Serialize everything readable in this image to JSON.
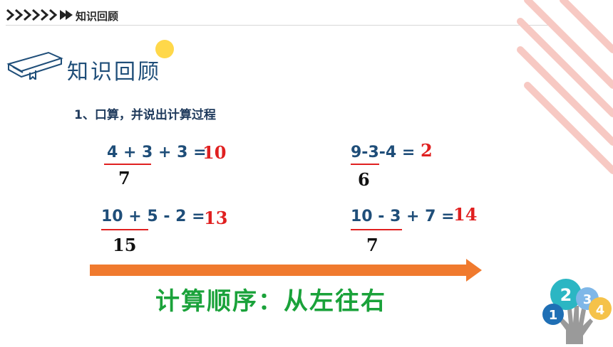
{
  "header": {
    "title": "知识回顾"
  },
  "section": {
    "title": "知识回顾"
  },
  "question": {
    "text": "1、口算，并说出计算过程"
  },
  "problems": [
    {
      "expr": "4 + 3 + 3 =",
      "answer": "10",
      "intermediate": "7"
    },
    {
      "expr": "9-3-4 =",
      "answer": "2",
      "intermediate": "6"
    },
    {
      "expr": "10 + 5  - 2 =",
      "answer": "13",
      "intermediate": "15"
    },
    {
      "expr": "10  - 3 + 7 =",
      "answer": "14",
      "intermediate": "7"
    }
  ],
  "conclusion": {
    "text": "计算顺序：从左往右"
  },
  "decor": {
    "badges": [
      "1",
      "2",
      "3",
      "4"
    ]
  },
  "colors": {
    "accent_orange": "#f07a2e",
    "answer_red": "#e02020",
    "conclusion_green": "#1aa23a",
    "expr_blue": "#1f4e79"
  }
}
